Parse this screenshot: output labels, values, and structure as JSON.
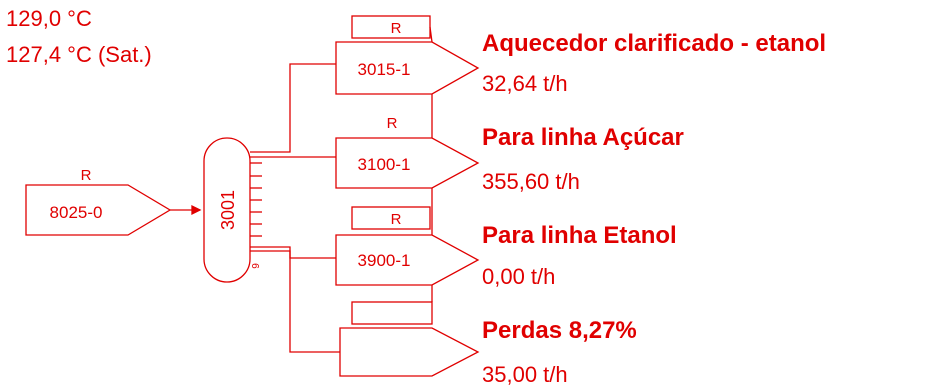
{
  "temperature": {
    "actual": "129,0 °C",
    "saturation": "127,4 °C (Sat.)"
  },
  "source": {
    "id": "8025-0",
    "tag": "R"
  },
  "header": {
    "id": "3001",
    "tick_label": "9"
  },
  "branches": [
    {
      "id": "3015-1",
      "tag": "R",
      "destination": "Aquecedor clarificado - etanol",
      "flow": "32,64 t/h"
    },
    {
      "id": "3100-1",
      "tag": "R",
      "destination": "Para linha Açúcar",
      "flow": "355,60 t/h"
    },
    {
      "id": "3900-1",
      "tag": "R",
      "destination": "Para linha Etanol",
      "flow": "0,00 t/h"
    }
  ],
  "losses": {
    "label": "Perdas 8,27%",
    "flow": "35,00 t/h"
  },
  "colors": {
    "line": "#e00000",
    "text": "#e00000",
    "background": "#ffffff"
  }
}
